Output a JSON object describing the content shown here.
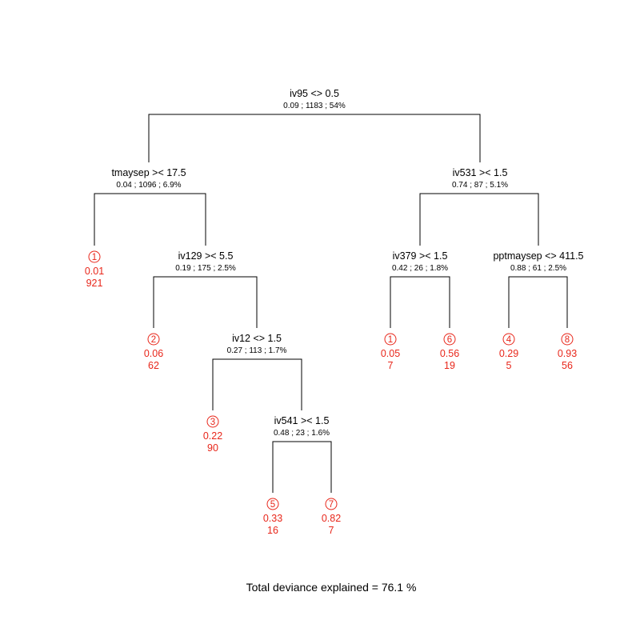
{
  "colors": {
    "line": "#000000",
    "leaf": "#e8261a",
    "text": "#000000"
  },
  "splits": [
    {
      "id": "s1",
      "label": "iv95 <> 0.5",
      "stats": "0.09 ; 1183 ; 54%",
      "left": "s2",
      "right": "s4"
    },
    {
      "id": "s2",
      "label": "tmaysep >< 17.5",
      "stats": "0.04 ; 1096 ; 6.9%",
      "left": "L1",
      "right": "s3"
    },
    {
      "id": "s3",
      "label": "iv129 >< 5.5",
      "stats": "0.19 ; 175 ; 2.5%",
      "left": "L2",
      "right": "s5"
    },
    {
      "id": "s5",
      "label": "iv12 <> 1.5",
      "stats": "0.27 ; 113 ; 1.7%",
      "left": "L3",
      "right": "s6"
    },
    {
      "id": "s6",
      "label": "iv541 >< 1.5",
      "stats": "0.48 ; 23 ; 1.6%",
      "left": "L4",
      "right": "L5"
    },
    {
      "id": "s4",
      "label": "iv531 >< 1.5",
      "stats": "0.74 ; 87 ; 5.1%",
      "left": "s7",
      "right": "s8"
    },
    {
      "id": "s7",
      "label": "iv379 >< 1.5",
      "stats": "0.42 ; 26 ; 1.8%",
      "left": "L6",
      "right": "L7"
    },
    {
      "id": "s8",
      "label": "pptmaysep <> 411.5",
      "stats": "0.88 ; 61 ; 2.5%",
      "left": "L8",
      "right": "L9"
    }
  ],
  "leaves": [
    {
      "id": "L1",
      "group": "1",
      "value": "0.01",
      "count": "921"
    },
    {
      "id": "L2",
      "group": "2",
      "value": "0.06",
      "count": "62"
    },
    {
      "id": "L3",
      "group": "3",
      "value": "0.22",
      "count": "90"
    },
    {
      "id": "L4",
      "group": "5",
      "value": "0.33",
      "count": "16"
    },
    {
      "id": "L5",
      "group": "7",
      "value": "0.82",
      "count": "7"
    },
    {
      "id": "L6",
      "group": "1",
      "value": "0.05",
      "count": "7"
    },
    {
      "id": "L7",
      "group": "6",
      "value": "0.56",
      "count": "19"
    },
    {
      "id": "L8",
      "group": "4",
      "value": "0.29",
      "count": "5"
    },
    {
      "id": "L9",
      "group": "8",
      "value": "0.93",
      "count": "56"
    }
  ],
  "footer": "Total deviance explained = 76.1 %"
}
